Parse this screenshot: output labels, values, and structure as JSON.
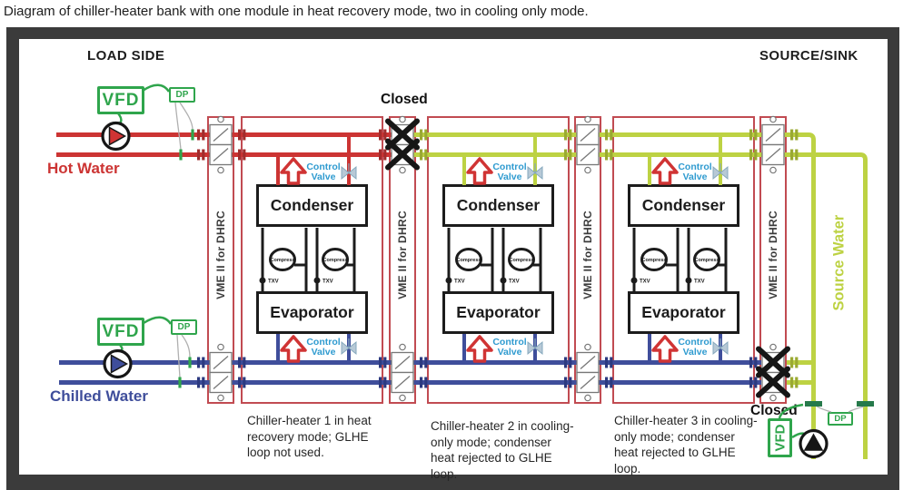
{
  "title": "Diagram of chiller-heater bank with one module in heat recovery mode, two in cooling only mode.",
  "header": {
    "load_side": "LOAD SIDE",
    "source_sink": "SOURCE/SINK"
  },
  "loops": {
    "hot_water": "Hot Water",
    "chilled_water": "Chilled Water",
    "source_water": "Source Water"
  },
  "equipment": {
    "vfd": "VFD",
    "dp": "DP"
  },
  "valves": {
    "closed_top": "Closed",
    "closed_bottom": "Closed"
  },
  "module_shared": {
    "vme": "VME II for DHRC",
    "condenser": "Condenser",
    "evaporator": "Evaporator",
    "control_valve": "Control Valve",
    "compressor": "Compress",
    "txv": "TXV"
  },
  "modules": [
    {
      "caption": "Chiller-heater 1 in heat recovery mode; GLHE loop not used."
    },
    {
      "caption": "Chiller-heater 2 in cooling-only mode; condenser heat rejected to GLHE loop."
    },
    {
      "caption": "Chiller-heater 3 in cooling-only mode; condenser heat rejected to GLHE loop."
    }
  ],
  "colors": {
    "hot": "#cc3433",
    "chilled": "#3f4e9b",
    "source": "#bdd243",
    "equipment_green": "#2fa54c",
    "control_valve_text": "#2f9bd0",
    "module_border": "#c14b52",
    "frame": "#3b3b3b",
    "black": "#1c1c1c",
    "arrow_red": "#d03434",
    "flow_sensor_green": "#267a4b"
  }
}
